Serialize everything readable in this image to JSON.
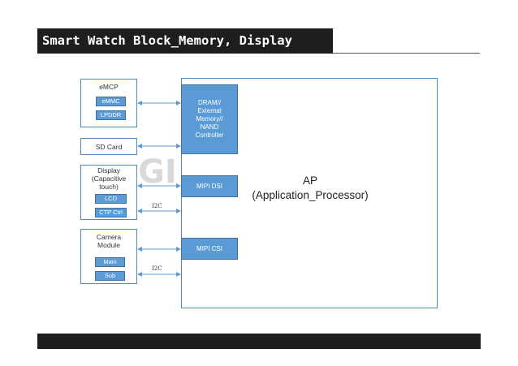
{
  "title": "Smart Watch Block_Memory, Display",
  "emcp": {
    "label": "eMCP",
    "chips": [
      "eMMC",
      "LPDDR"
    ]
  },
  "sdcard": {
    "label": "SD Card"
  },
  "display": {
    "label_lines": [
      "Display",
      "(Capacitive",
      "touch)"
    ],
    "chips": [
      "LCD",
      "CTP Ctrl"
    ],
    "bus": "I2C"
  },
  "camera": {
    "label_lines": [
      "Camera",
      "Module"
    ],
    "chips": [
      "Main",
      "Sub"
    ],
    "bus": "I2C"
  },
  "ap": {
    "name": "AP",
    "full_name": "(Application_Processor)",
    "blocks": {
      "dram": [
        "DRAM//",
        "External",
        "Memory//",
        "NAND",
        "Controller"
      ],
      "mipi_dsi": "MIPI DSI",
      "mipi_csi": "MIPI CSI"
    }
  },
  "watermark_text": "GI",
  "colors": {
    "block_fill": "#5b9bd5",
    "block_border": "#41719c",
    "outline": "#4a8bc4",
    "bar": "#1e1e1e"
  }
}
